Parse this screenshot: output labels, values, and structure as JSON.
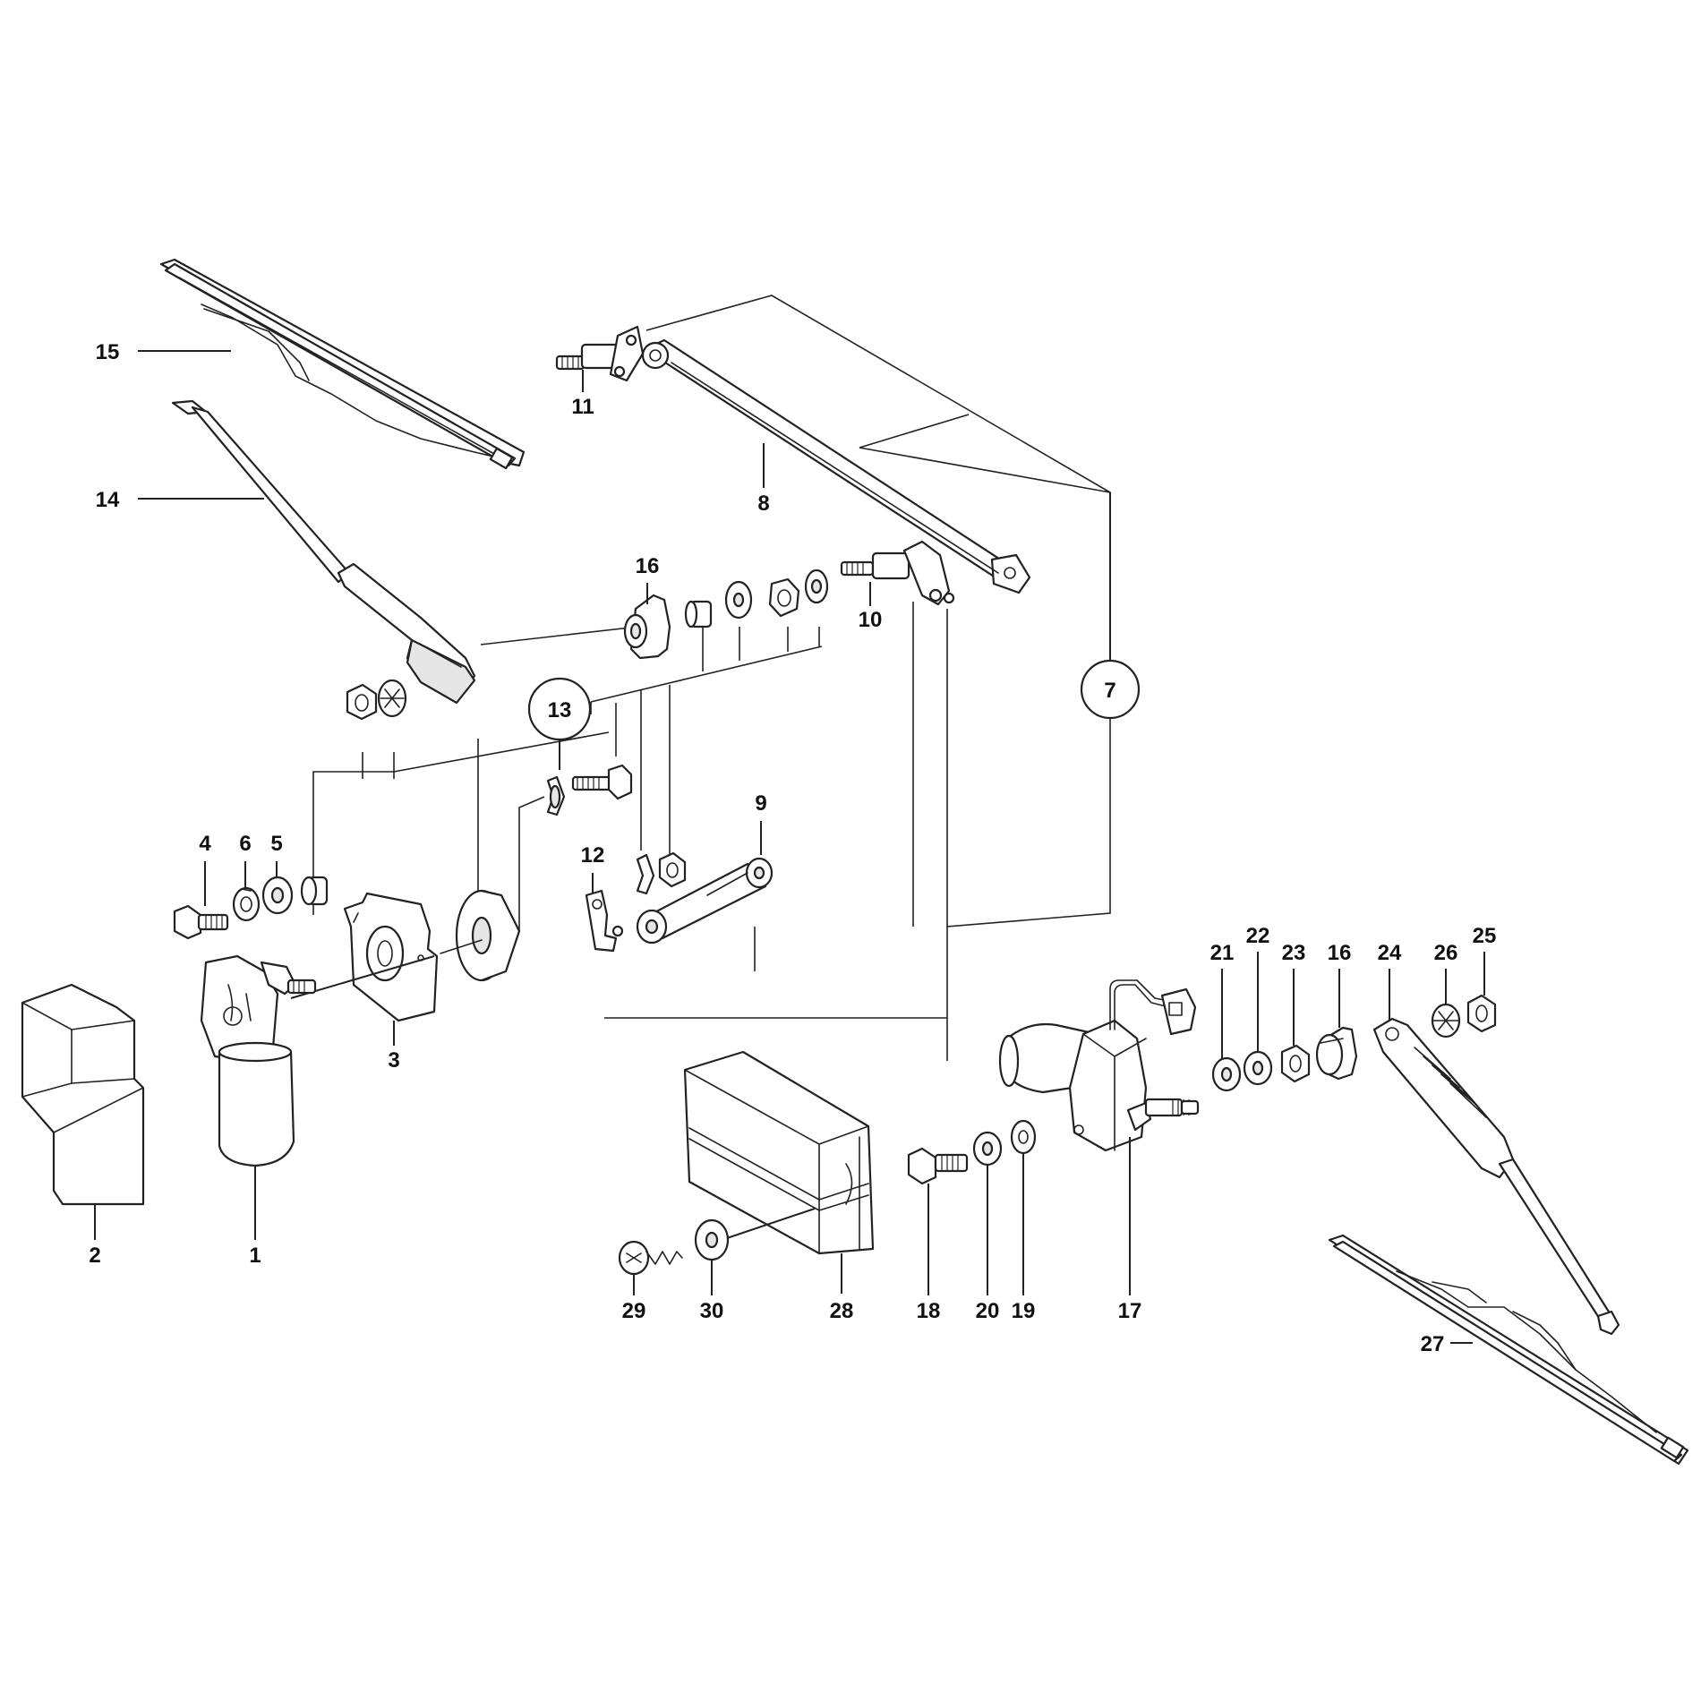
{
  "figure": {
    "callouts": {
      "c1": "1",
      "c2": "2",
      "c3": "3",
      "c4": "4",
      "c5": "5",
      "c6": "6",
      "c7": "7",
      "c8": "8",
      "c9": "9",
      "c10": "10",
      "c11": "11",
      "c12": "12",
      "c13": "13",
      "c14": "14",
      "c15": "15",
      "c16a": "16",
      "c16b": "16",
      "c17": "17",
      "c18": "18",
      "c19": "19",
      "c20": "20",
      "c21": "21",
      "c22": "22",
      "c23": "23",
      "c24": "24",
      "c25": "25",
      "c26": "26",
      "c27": "27",
      "c28": "28",
      "c29": "29",
      "c30": "30"
    }
  }
}
